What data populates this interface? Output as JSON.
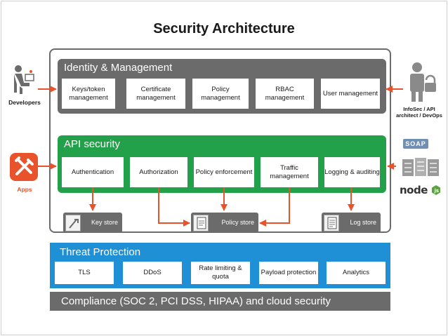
{
  "title": "Security Architecture",
  "identity": {
    "title": "Identity & Management",
    "items": [
      "Keys/token management",
      "Certificate management",
      "Policy management",
      "RBAC management",
      "User management"
    ]
  },
  "api": {
    "title": "API security",
    "items": [
      "Authentication",
      "Authorization",
      "Policy enforcement",
      "Traffic management",
      "Logging & auditing"
    ]
  },
  "stores": [
    "Key store",
    "Policy store",
    "Log store"
  ],
  "threat": {
    "title": "Threat Protection",
    "items": [
      "TLS",
      "DDoS",
      "Rate limiting & quota",
      "Payload protection",
      "Analytics"
    ]
  },
  "compliance": "Compliance (SOC 2, PCI DSS, HIPAA) and cloud security",
  "actors": {
    "developers": "Developers",
    "apps": "Apps",
    "infosec": "InfoSec / API architect / DevOps"
  },
  "backend_logos": {
    "soap": "SOAP",
    "node": "node"
  },
  "colors": {
    "gray": "#6b6b6b",
    "green": "#23a04a",
    "blue": "#1f8fd6",
    "arrow": "#e8532b"
  }
}
